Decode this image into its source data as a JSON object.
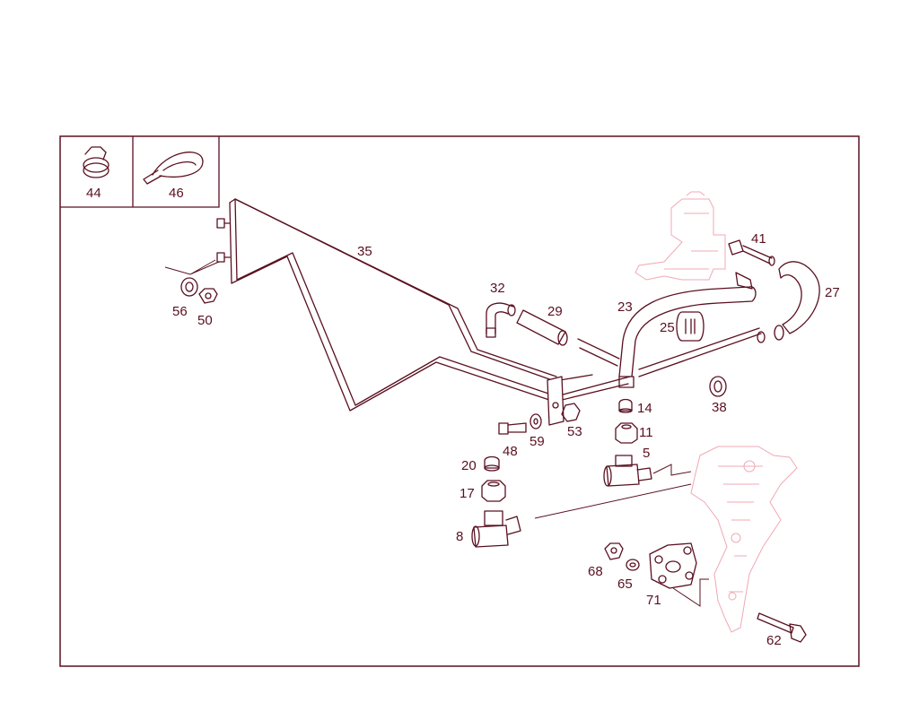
{
  "colors": {
    "line": "#5a1020",
    "ghost": "#f0a8b4",
    "background": "#ffffff"
  },
  "callouts": {
    "p44": "44",
    "p46": "46",
    "p35": "35",
    "p56": "56",
    "p50": "50",
    "p32": "32",
    "p29": "29",
    "p23": "23",
    "p41": "41",
    "p27": "27",
    "p25": "25",
    "p38": "38",
    "p14": "14",
    "p11": "11",
    "p5": "5",
    "p53": "53",
    "p59": "59",
    "p48": "48",
    "p20": "20",
    "p17": "17",
    "p8": "8",
    "p68": "68",
    "p65": "65",
    "p71": "71",
    "p62": "62"
  }
}
